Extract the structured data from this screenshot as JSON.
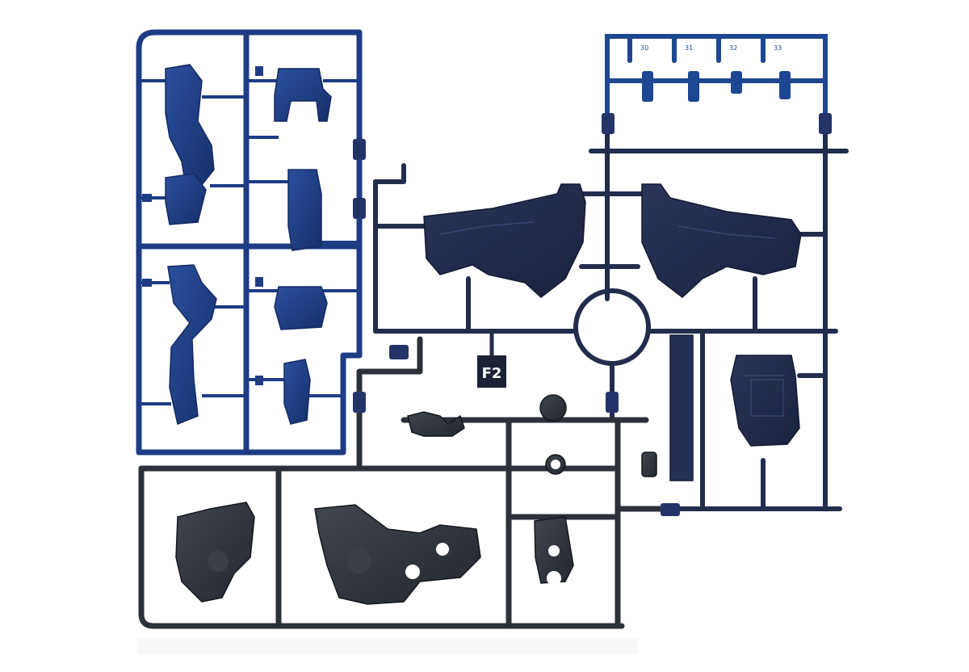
{
  "scene": {
    "description_kind": "photo",
    "colors": {
      "background": "#ffffff",
      "blue_plastic": "#1f3f86",
      "blue_plastic_dark": "#14295a",
      "gray_plastic": "#34383f",
      "gray_plastic_dark": "#202329"
    }
  },
  "runner": {
    "tag_label": "F2",
    "small_numbers": [
      "30",
      "31",
      "32",
      "33"
    ]
  }
}
